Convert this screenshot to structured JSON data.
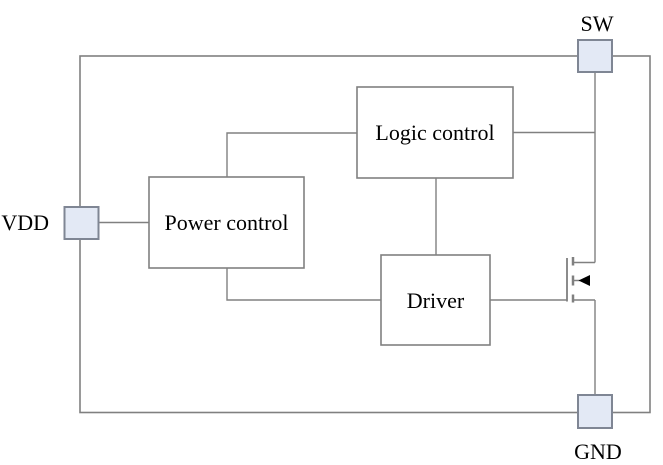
{
  "diagram": {
    "type": "circuit-block-diagram",
    "blocks": [
      {
        "id": "power-control",
        "label": "Power control"
      },
      {
        "id": "logic-control",
        "label": "Logic control"
      },
      {
        "id": "driver",
        "label": "Driver"
      }
    ],
    "pins": [
      {
        "id": "vdd",
        "label": "VDD",
        "side": "left"
      },
      {
        "id": "sw",
        "label": "SW",
        "side": "top-right"
      },
      {
        "id": "gnd",
        "label": "GND",
        "side": "bottom-right"
      }
    ],
    "icons": [
      {
        "name": "nmos-transistor-icon",
        "glyph": "segmented-channel MOSFET with left-pointing filled body arrow"
      },
      {
        "name": "vdd-pad-icon",
        "glyph": "square pad"
      },
      {
        "name": "sw-pad-icon",
        "glyph": "square pad"
      },
      {
        "name": "gnd-pad-icon",
        "glyph": "square pad"
      }
    ],
    "colors": {
      "background": "#ffffff",
      "connector_line": "#808080",
      "box_border": "#808080",
      "box_fill": "#ffffff",
      "pad_fill": "#e3e9f5",
      "pad_border": "#7f8694",
      "text": "#000000",
      "arrow_fill": "#000000"
    }
  }
}
